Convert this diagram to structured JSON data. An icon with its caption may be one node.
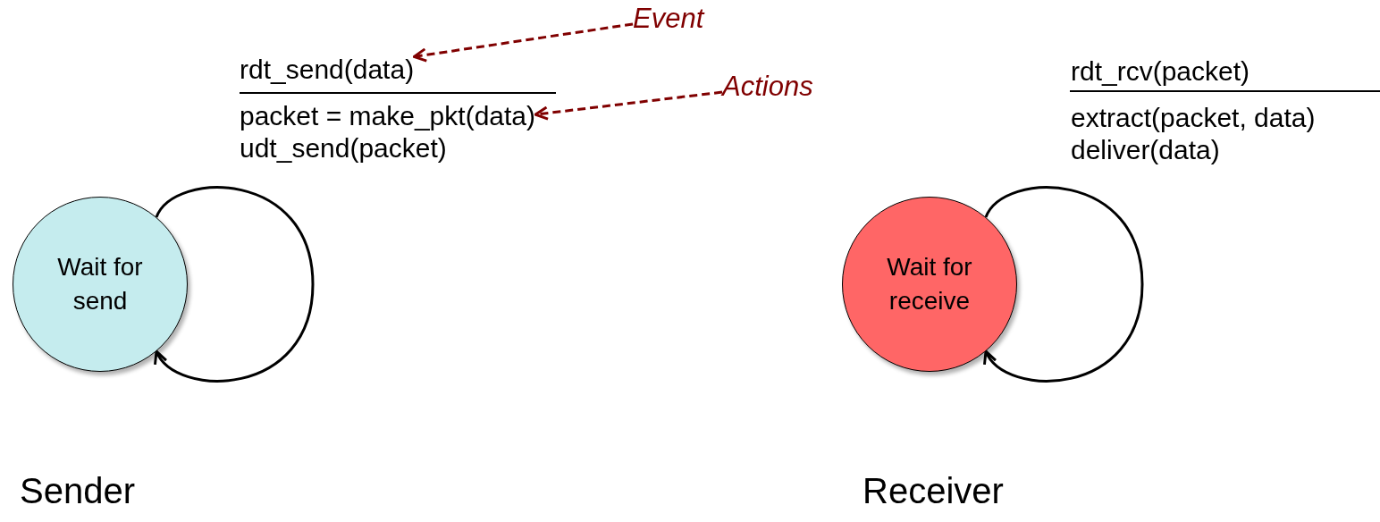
{
  "diagram": {
    "nodes": [
      {
        "text": [
          "Wait for send"
        ]
      },
      {
        "text": [
          "Wait for receive"
        ]
      },
      {
        "text": [
          "Event"
        ]
      },
      {
        "text": [
          "Actions"
        ]
      },
      {
        "text": [
          "rdt_send(data)"
        ]
      },
      {
        "text": [
          "packet = make_pkt(data)",
          "udt_send(packet)"
        ]
      }
    ],
    "edges": [
      {
        "from": 0,
        "to": 0,
        "arrow": "to"
      },
      {
        "from": 1,
        "to": 1,
        "arrow": "to"
      },
      {
        "from": 2,
        "to": 4,
        "arrow": "to",
        "style": "dashed",
        "color": "#800000"
      },
      {
        "from": 3,
        "to": 5,
        "arrow": "to",
        "style": "dashed",
        "color": "#800000"
      }
    ],
    "labels": [
      "rdt_rcv(packet)",
      "extract(packet, data)",
      "deliver(data)",
      "Sender",
      "Receiver"
    ]
  }
}
